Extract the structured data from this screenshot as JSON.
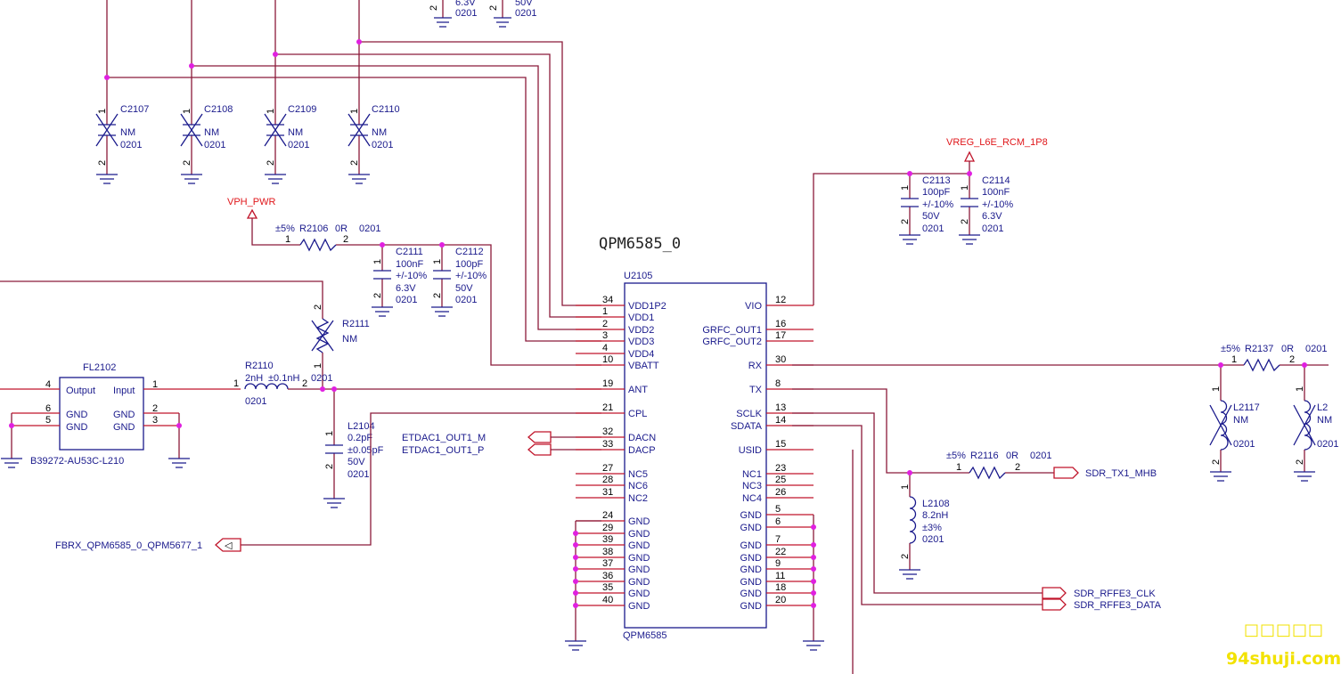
{
  "header_fragments": {
    "c_a_volt": "6.3V",
    "c_a_pkg": "0201",
    "c_b_volt": "50V",
    "c_b_pkg": "0201",
    "pin2": "2"
  },
  "caps_top": [
    {
      "ref": "C2107",
      "val": "NM",
      "pkg": "0201"
    },
    {
      "ref": "C2108",
      "val": "NM",
      "pkg": "0201"
    },
    {
      "ref": "C2109",
      "val": "NM",
      "pkg": "0201"
    },
    {
      "ref": "C2110",
      "val": "NM",
      "pkg": "0201"
    }
  ],
  "net_labels": {
    "vph_pwr": "VPH_PWR",
    "vreg": "VREG_L6E_RCM_1P8",
    "etdac_m": "ETDAC1_OUT1_M",
    "etdac_p": "ETDAC1_OUT1_P",
    "fbrx": "FBRX_QPM6585_0_QPM5677_1",
    "sdr_tx": "SDR_TX1_MHB",
    "rffe_clk": "SDR_RFFE3_CLK",
    "rffe_data": "SDR_RFFE3_DATA"
  },
  "r2106": {
    "tol": "±5%",
    "ref": "R2106",
    "val": "0R",
    "pkg": "0201",
    "p1": "1",
    "p2": "2"
  },
  "c2111": {
    "ref": "C2111",
    "val": "100nF",
    "tol": "+/-10%",
    "volt": "6.3V",
    "pkg": "0201"
  },
  "c2112": {
    "ref": "C2112",
    "val": "100pF",
    "tol": "+/-10%",
    "volt": "50V",
    "pkg": "0201"
  },
  "c2113": {
    "ref": "C2113",
    "val": "100pF",
    "tol": "+/-10%",
    "volt": "50V",
    "pkg": "0201"
  },
  "c2114": {
    "ref": "C2114",
    "val": "100nF",
    "tol": "+/-10%",
    "volt": "6.3V",
    "pkg": "0201"
  },
  "r2111": {
    "ref": "R2111",
    "val": "NM",
    "pkg": "0201"
  },
  "r2110": {
    "ref": "R2110",
    "val": "2nH",
    "tol": "±0.1nH",
    "pkg": "0201"
  },
  "l2104": {
    "ref": "L2104",
    "val": "0.2pF",
    "tol": "±0.05pF",
    "volt": "50V",
    "pkg": "0201"
  },
  "fl2102": {
    "ref": "FL2102",
    "part": "B39272-AU53C-L210",
    "pin_out": "Output",
    "pin_in": "Input",
    "gnd": "GND"
  },
  "chip": {
    "title": "QPM6585_0",
    "ref": "U2105",
    "part": "QPM6585",
    "left_pins": [
      {
        "num": "34",
        "name": "VDD1P2"
      },
      {
        "num": "1",
        "name": "VDD1"
      },
      {
        "num": "2",
        "name": "VDD2"
      },
      {
        "num": "3",
        "name": "VDD3"
      },
      {
        "num": "4",
        "name": "VDD4"
      },
      {
        "num": "10",
        "name": "VBATT"
      },
      {
        "num": "19",
        "name": "ANT"
      },
      {
        "num": "21",
        "name": "CPL"
      },
      {
        "num": "32",
        "name": "DACN"
      },
      {
        "num": "33",
        "name": "DACP"
      },
      {
        "num": "27",
        "name": "NC5"
      },
      {
        "num": "28",
        "name": "NC6"
      },
      {
        "num": "31",
        "name": "NC2"
      },
      {
        "num": "24",
        "name": "GND"
      },
      {
        "num": "29",
        "name": "GND"
      },
      {
        "num": "39",
        "name": "GND"
      },
      {
        "num": "38",
        "name": "GND"
      },
      {
        "num": "37",
        "name": "GND"
      },
      {
        "num": "36",
        "name": "GND"
      },
      {
        "num": "35",
        "name": "GND"
      },
      {
        "num": "40",
        "name": "GND"
      }
    ],
    "right_pins": [
      {
        "num": "12",
        "name": "VIO"
      },
      {
        "num": "16",
        "name": "GRFC_OUT1"
      },
      {
        "num": "17",
        "name": "GRFC_OUT2"
      },
      {
        "num": "30",
        "name": "RX"
      },
      {
        "num": "8",
        "name": "TX"
      },
      {
        "num": "13",
        "name": "SCLK"
      },
      {
        "num": "14",
        "name": "SDATA"
      },
      {
        "num": "15",
        "name": "USID"
      },
      {
        "num": "23",
        "name": "NC1"
      },
      {
        "num": "25",
        "name": "NC3"
      },
      {
        "num": "26",
        "name": "NC4"
      },
      {
        "num": "5",
        "name": "GND"
      },
      {
        "num": "6",
        "name": "GND"
      },
      {
        "num": "7",
        "name": "GND"
      },
      {
        "num": "22",
        "name": "GND"
      },
      {
        "num": "9",
        "name": "GND"
      },
      {
        "num": "11",
        "name": "GND"
      },
      {
        "num": "18",
        "name": "GND"
      },
      {
        "num": "20",
        "name": "GND"
      }
    ]
  },
  "r2137": {
    "tol": "±5%",
    "ref": "R2137",
    "val": "0R",
    "pkg": "0201"
  },
  "l2117": {
    "ref": "L2117",
    "val": "NM",
    "pkg": "0201"
  },
  "l21x_partial": {
    "ref": "L2",
    "val": "NM",
    "pkg": "0201"
  },
  "r2116": {
    "tol": "±5%",
    "ref": "R2116",
    "val": "0R",
    "pkg": "0201"
  },
  "l2108": {
    "ref": "L2108",
    "val": "8.2nH",
    "tol": "±3%",
    "pkg": "0201"
  },
  "watermark": {
    "line1": "□□□□□",
    "line2": "94shuji.com"
  },
  "colors": {
    "wire": "#8b1a3a",
    "power_net": "#e0171b",
    "component": "#1a1a8c",
    "junction": "#e020e0",
    "watermark": "#f2e200"
  }
}
